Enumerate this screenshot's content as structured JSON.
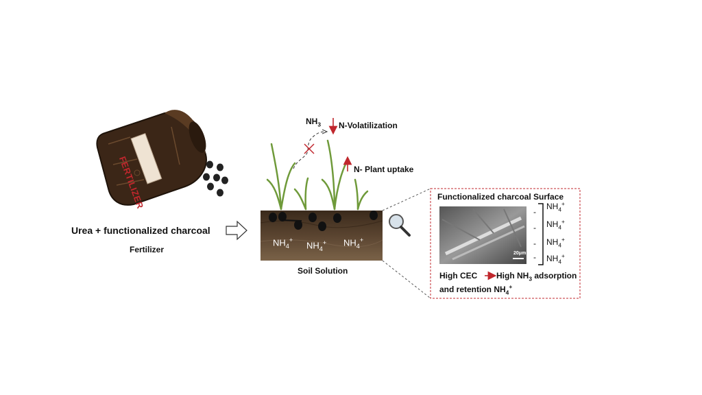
{
  "bag": {
    "label": "FERTILIZER"
  },
  "left": {
    "formula": "Urea + functionalized charcoal",
    "type_label": "Fertilizer"
  },
  "top": {
    "gas": {
      "base": "NH",
      "sub": "3"
    },
    "volatilization": "N-Volatilization",
    "plant_uptake": "N- Plant uptake"
  },
  "soil": {
    "caption": "Soil Solution",
    "ions": [
      {
        "base": "NH",
        "sub": "4",
        "sup": "+"
      },
      {
        "base": "NH",
        "sub": "4",
        "sup": "+"
      },
      {
        "base": "NH",
        "sub": "4",
        "sup": "+"
      }
    ]
  },
  "inset": {
    "title": "Functionalized charcoal Surface",
    "scale_bar": "20μm",
    "charges": [
      "-",
      "-",
      "-",
      "-"
    ],
    "ions": [
      {
        "base": "NH",
        "sub": "4",
        "sup": "+"
      },
      {
        "base": "NH",
        "sub": "4",
        "sup": "+"
      },
      {
        "base": "NH",
        "sub": "4",
        "sup": "+"
      },
      {
        "base": "NH",
        "sub": "4",
        "sup": "+"
      }
    ],
    "conclusion": {
      "part1": "High CEC",
      "part2": "High NH",
      "part2_sub": "3",
      "part3": " adsorption",
      "line2": "and retention NH",
      "line2_sub": "4",
      "line2_sup": "+"
    }
  },
  "colors": {
    "accent_red": "#c0272d",
    "bag_brown": "#3b2617",
    "soil_brown": "#4a3523",
    "plant_green": "#6f9a3a"
  }
}
